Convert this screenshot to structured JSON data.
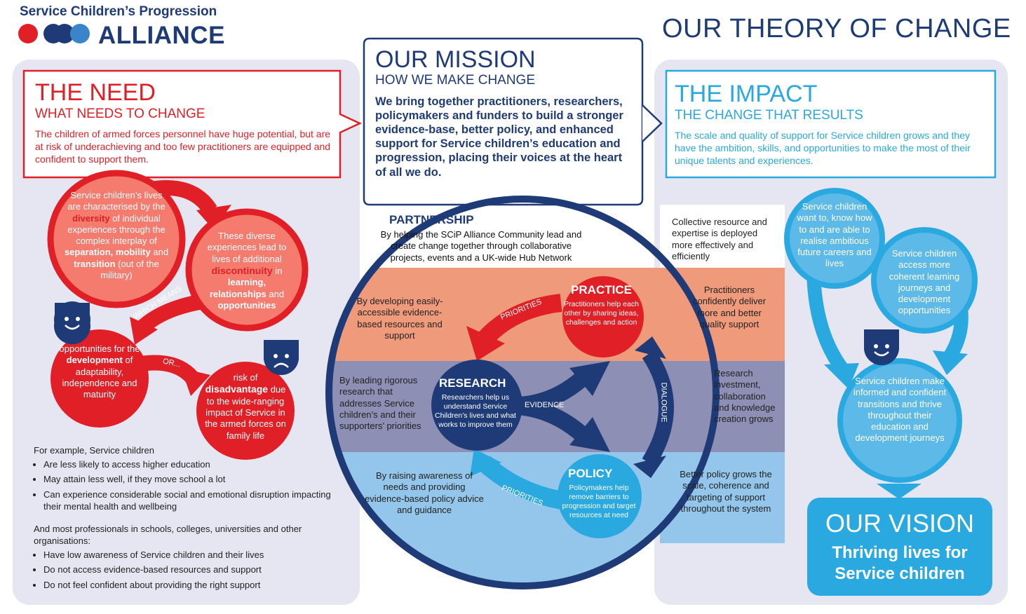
{
  "header": {
    "org_line": "Service Children’s Progression",
    "org_word": "ALLIANCE",
    "page_title": "OUR THEORY OF CHANGE"
  },
  "colors": {
    "navy": "#1f3b77",
    "red": "#e01f26",
    "red_light": "#f47b6e",
    "cyan": "#2aa9e0",
    "panel": "#e5e6f1",
    "band_orange": "#ef9b7b",
    "band_purple": "#8e8fb5",
    "band_blue": "#93c6ea"
  },
  "need": {
    "title": "THE NEED",
    "subtitle": "WHAT NEEDS TO CHANGE",
    "body": "The children of armed forces personnel have huge potential, but are at risk of underachieving and too few practitioners are equipped and confident to support them."
  },
  "need_circles": {
    "c1": [
      "Service children’s lives are characterised by the ",
      "diversity",
      " of individual experiences through the complex interplay of ",
      "separation, mobility",
      " and ",
      "transition",
      " (out of the military)"
    ],
    "c2": [
      "These diverse experiences lead to lives of additional ",
      "discontinuity",
      " in ",
      "learning, relationships",
      " and ",
      "opportunities"
    ],
    "c3": [
      "opportunities for the ",
      "development",
      " of adaptability, independence and maturity"
    ],
    "c4": [
      "risk of ",
      "disadvantage",
      " due to the wide-ranging impact of Service in the armed forces on family life"
    ],
    "arrow_which_means": "WHICH MEANS",
    "arrow_or": "OR..."
  },
  "examples": {
    "intro1": "For example, Service children",
    "list1": [
      "Are less likely to access higher education",
      "May attain less well, if they move school a lot",
      "Can experience considerable social and emotional disruption impacting their mental health and wellbeing"
    ],
    "intro2": "And most professionals in schools, colleges, universities and other organisations:",
    "list2": [
      "Have low awareness of Service children and their lives",
      "Do not access evidence-based resources and support",
      "Do not feel confident about providing the right support"
    ]
  },
  "mission": {
    "title": "OUR MISSION",
    "subtitle": "HOW WE MAKE CHANGE",
    "body": "We bring together practitioners, researchers, policymakers and funders to build a stronger evidence-base, better policy, and enhanced support for Service children’s education and progression, placing their voices at the heart of all we do."
  },
  "partnership": {
    "title": "PARTNERSHIP",
    "body": "By helping the SCiP Alliance Community lead and create change together through collaborative projects, events and a UK-wide Hub Network"
  },
  "bands": {
    "left_orange": "By developing easily-accessible evidence-based resources and support",
    "left_purple": "By leading rigorous research that addresses Service children’s and their supporters’ priorities",
    "left_blue": "By raising awareness of needs and providing evidence-based policy advice and guidance",
    "right_top": "Collective resource and expertise is deployed more effectively and efficiently",
    "right_orange": "Practitioners confidently deliver more and better quality support",
    "right_purple": "Research investment, collaboration and knowledge creation grows",
    "right_blue": "Better policy grows the scale, coherence and targeting of support throughout the system"
  },
  "nodes": {
    "practice_title": "PRACTICE",
    "practice_body": "Practitioners help each other by sharing ideas, challenges and action",
    "research_title": "RESEARCH",
    "research_body": "Researchers help us understand Service Children’s lives and what works to improve them",
    "policy_title": "POLICY",
    "policy_body": "Policymakers help remove barriers to progression and target resources at need",
    "label_priorities_top": "PRIORITIES",
    "label_priorities_bottom": "PRIORITIES",
    "label_evidence": "EVIDENCE",
    "label_dialogue": "DIALOGUE"
  },
  "impact": {
    "title": "THE IMPACT",
    "subtitle": "THE CHANGE THAT RESULTS",
    "body": "The scale and quality of support for Service children grows and they have the ambition, skills, and opportunities to make the most of their unique talents and experiences."
  },
  "impact_circles": {
    "c1": "Service children want to, know how to and are able to realise ambitious future careers and lives",
    "c2": "Service children access more coherent learning journeys and development opportunities",
    "c3": "Service children make informed and confident transitions and thrive throughout their education and development journeys"
  },
  "vision": {
    "title": "OUR VISION",
    "body": "Thriving lives for Service children"
  }
}
